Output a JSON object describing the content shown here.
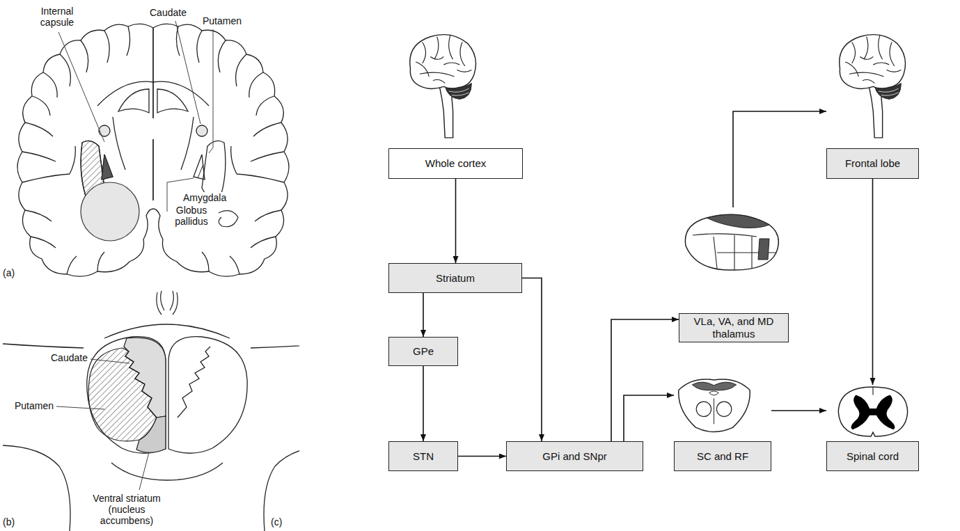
{
  "diagram": {
    "nodes": [
      {
        "text": [
          "Whole cortex"
        ]
      },
      {
        "text": [
          "Striatum"
        ]
      },
      {
        "text": [
          "GPe"
        ]
      },
      {
        "text": [
          "STN"
        ]
      },
      {
        "text": [
          "GPi and SNpr"
        ]
      },
      {
        "text": [
          "VLa, VA, and MD thalamus"
        ]
      },
      {
        "text": [
          "SC and RF"
        ]
      },
      {
        "text": [
          "Frontal lobe"
        ]
      },
      {
        "text": [
          "Spinal cord"
        ]
      }
    ],
    "edges": [
      {
        "from": 0,
        "to": 1,
        "arrow": "to"
      },
      {
        "from": 1,
        "to": 2,
        "arrow": "to"
      },
      {
        "from": 1,
        "to": 4,
        "arrow": "to"
      },
      {
        "from": 2,
        "to": 3,
        "arrow": "to"
      },
      {
        "from": 3,
        "to": 4,
        "arrow": "to"
      },
      {
        "from": 4,
        "to": 5,
        "arrow": "to"
      },
      {
        "from": 4,
        "to": 6,
        "arrow": "to"
      },
      {
        "from": 6,
        "to": 8,
        "arrow": "to"
      },
      {
        "from": 5,
        "to": 7,
        "arrow": "to"
      },
      {
        "from": 7,
        "to": 8,
        "arrow": "to"
      }
    ],
    "labels": [
      "Internal capsule",
      "Caudate",
      "Putamen",
      "Amygdala",
      "Globus pallidus",
      "(a)",
      "Caudate",
      "Putamen",
      "Ventral striatum (nucleus accumbens)",
      "(b)",
      "(c)"
    ]
  }
}
